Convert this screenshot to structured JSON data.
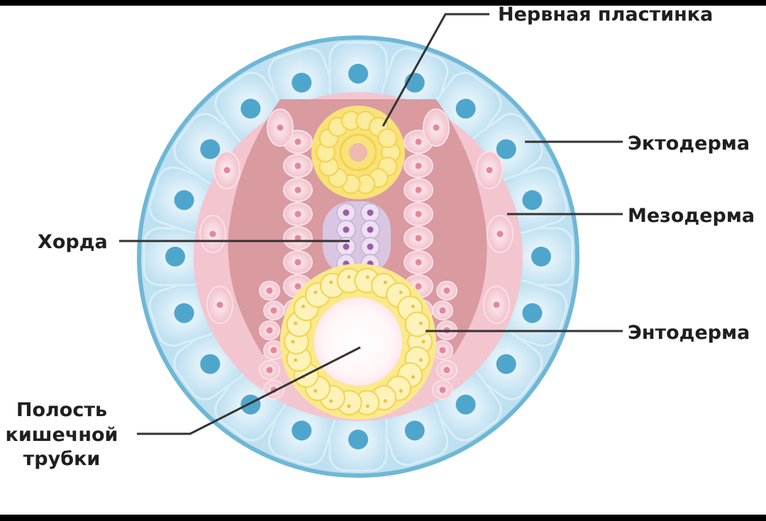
{
  "labels": {
    "neural_plate": "Нервная пластинка",
    "ectoderm": "Эктодерма",
    "mesoderm": "Мезодерма",
    "chord": "Хорда",
    "endoderm": "Энтодерма",
    "gut_cavity": [
      "Полость",
      "кишечной",
      "трубки"
    ]
  },
  "colors": {
    "ectoderm": "#bfe0f0",
    "ectoderm_outline": "#6fb7d6",
    "ectoderm_nucleus": "#4fa6cc",
    "mesoderm": "#f3c5cf",
    "mesoderm_nucleus": "#e4879c",
    "cavity_fill": "#d99aa0",
    "neural_plate": "#f8e27a",
    "chord": "#d9c6e2",
    "chord_nucleus": "#9b5da8",
    "endoderm": "#fbe98e",
    "leader_line": "#333333"
  }
}
